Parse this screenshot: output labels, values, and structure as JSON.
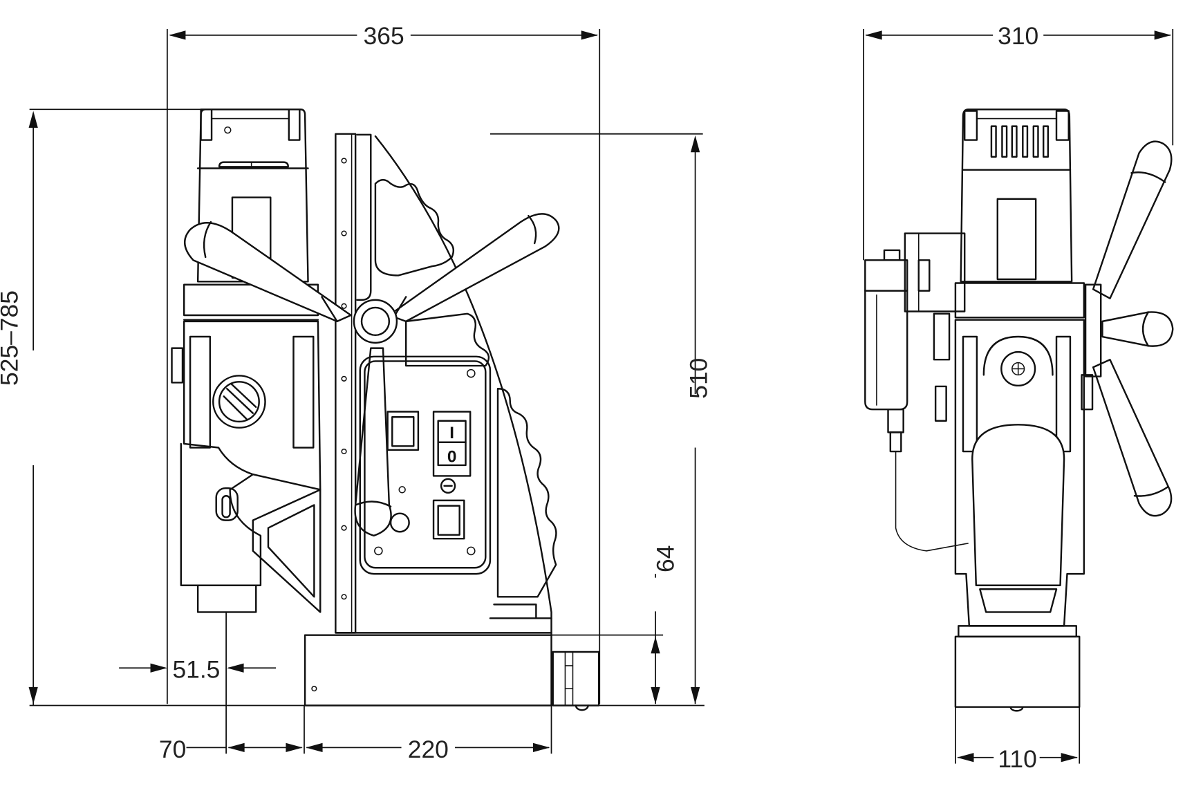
{
  "drawing": {
    "line_color": "#111111",
    "background": "#ffffff",
    "front_view": {
      "dimensions": {
        "overall_width": "365",
        "height_range": "525–785",
        "column_height": "510",
        "base_height": "64",
        "spindle_offset": "51.5",
        "spindle_to_base": "70",
        "base_length": "220"
      },
      "switch": {
        "on_label": "I",
        "off_label": "0"
      }
    },
    "side_view": {
      "dimensions": {
        "overall_width": "310",
        "base_width": "110"
      }
    }
  }
}
